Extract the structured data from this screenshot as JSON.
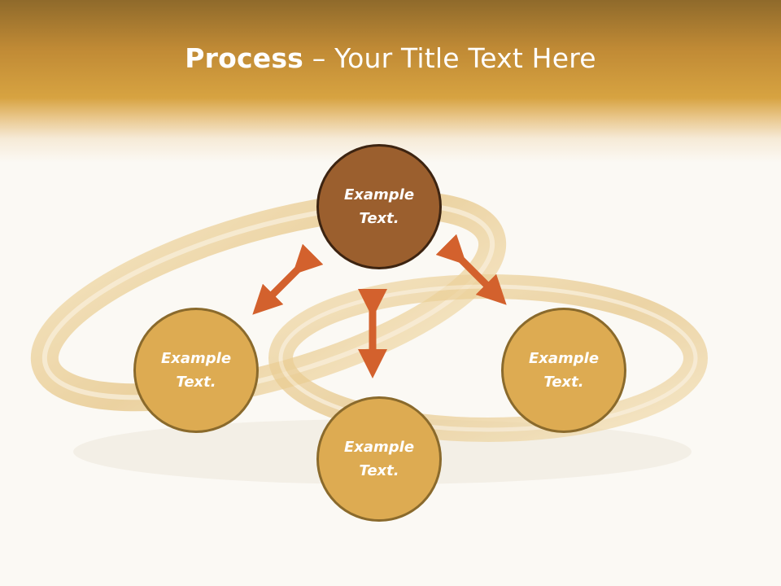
{
  "title": {
    "bold": "Process",
    "rest": " – Your Title Text Here"
  },
  "nodes": [
    {
      "line1": "Example",
      "line2": "Text."
    },
    {
      "line1": "Example",
      "line2": "Text."
    },
    {
      "line1": "Example",
      "line2": "Text."
    },
    {
      "line1": "Example",
      "line2": "Text."
    }
  ],
  "colors": {
    "arrow": "#d3612d",
    "center_node": "#9b5f2e",
    "outer_node": "#ddab52",
    "header": "#d7a341"
  }
}
